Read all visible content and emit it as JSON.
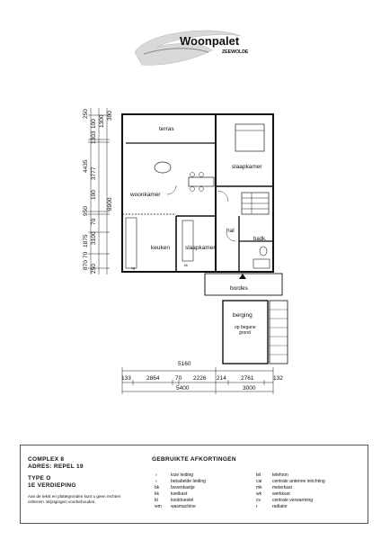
{
  "logo": {
    "name": "Woonpalet",
    "place": "ZEEWOLDE"
  },
  "rooms": {
    "terras": "terras",
    "woonkamer": "woonkamer",
    "slaapkamer1": "slaapkamer",
    "keuken": "keuken",
    "slaapkamer2": "slaapkamer",
    "hal": "hal",
    "badk": "badk.",
    "bordes": "bordes",
    "berging": "berging",
    "berging_note1": "op begane",
    "berging_note2": "grond"
  },
  "fixtures": {
    "vg": "vg",
    "kk": "kk"
  },
  "dims_left_outer": [
    "250",
    "1300",
    "1303",
    "100",
    "4435",
    "3777",
    "950",
    "100",
    "1875",
    "3100",
    "70",
    "870",
    "250"
  ],
  "dims_left_total": "8900",
  "dims_left_inner": [
    "300",
    "70"
  ],
  "dims_bottom_top": "5160",
  "dims_bottom_mid": [
    "133",
    "2864",
    "70",
    "2226",
    "214",
    "2761",
    "132"
  ],
  "dims_bottom_low": [
    "5400",
    "3000"
  ],
  "complex": {
    "line1": "COMPLEX 8",
    "line2": "ADRES: REPEL 19",
    "line3": "TYPE O",
    "line4": "1E VERDIEPING",
    "note1": "Aan de tekst en plattegronden kunt u geen rechten",
    "note2": "ontlenen. Wijzigingen voorbehouden."
  },
  "abbr_title": "GEBRUIKTE AFKORTINGEN",
  "abbr_left": [
    {
      "k": "♀",
      "v": "loze leiding"
    },
    {
      "k": "♀",
      "v": "bekabelde leiding"
    },
    {
      "k": "bk",
      "v": "bovenkastje"
    },
    {
      "k": "kk",
      "v": "koelkast"
    },
    {
      "k": "kt",
      "v": "kooktoestel"
    },
    {
      "k": "wm",
      "v": "wasmachine"
    }
  ],
  "abbr_right": [
    {
      "k": "tel",
      "v": "telefoon"
    },
    {
      "k": "cai",
      "v": "centrale antenne inrichting"
    },
    {
      "k": "mk",
      "v": "meterkast"
    },
    {
      "k": "wk",
      "v": "werkkast"
    },
    {
      "k": "cv",
      "v": "centrale verwarming"
    },
    {
      "k": "r",
      "v": "radiator"
    }
  ]
}
